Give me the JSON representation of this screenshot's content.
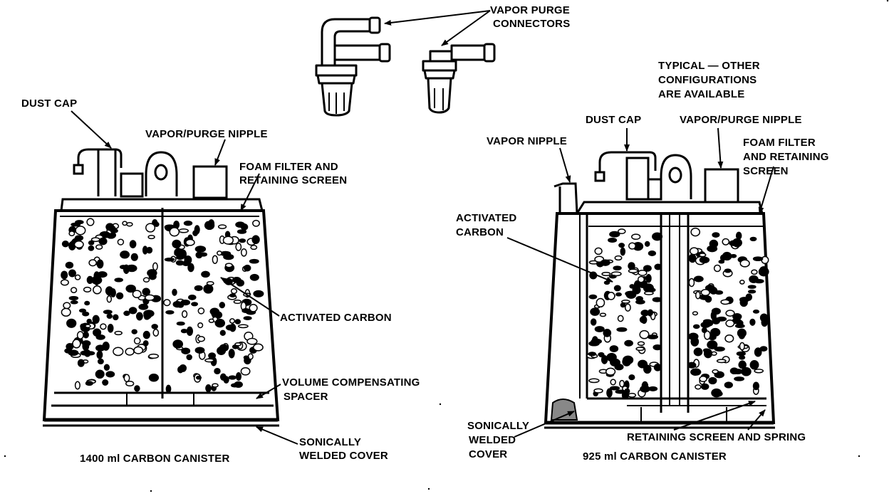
{
  "connectors": {
    "label_line1": "VAPOR PURGE",
    "label_line2": "CONNECTORS"
  },
  "typical_note": {
    "line1": "TYPICAL — OTHER",
    "line2": "CONFIGURATIONS",
    "line3": "ARE AVAILABLE"
  },
  "left_canister": {
    "dust_cap": "DUST CAP",
    "vapor_purge_nipple": "VAPOR/PURGE NIPPLE",
    "foam_filter_line1": "FOAM FILTER AND",
    "foam_filter_line2": "RETAINING SCREEN",
    "activated_carbon": "ACTIVATED CARBON",
    "spacer_line1": "VOLUME COMPENSATING",
    "spacer_line2": "SPACER",
    "welded_line1": "SONICALLY",
    "welded_line2": "WELDED COVER",
    "caption": "1400 ml CARBON CANISTER"
  },
  "right_canister": {
    "dust_cap": "DUST CAP",
    "vapor_nipple": "VAPOR NIPPLE",
    "vapor_purge_nipple": "VAPOR/PURGE NIPPLE",
    "foam_line1": "FOAM FILTER",
    "foam_line2": "AND RETAINING",
    "foam_line3": "SCREEN",
    "carbon_line1": "ACTIVATED",
    "carbon_line2": "CARBON",
    "welded_line1": "SONICALLY",
    "welded_line2": "WELDED",
    "welded_line3": "COVER",
    "retaining": "RETAINING SCREEN AND SPRING",
    "caption": "925 ml CARBON CANISTER"
  }
}
